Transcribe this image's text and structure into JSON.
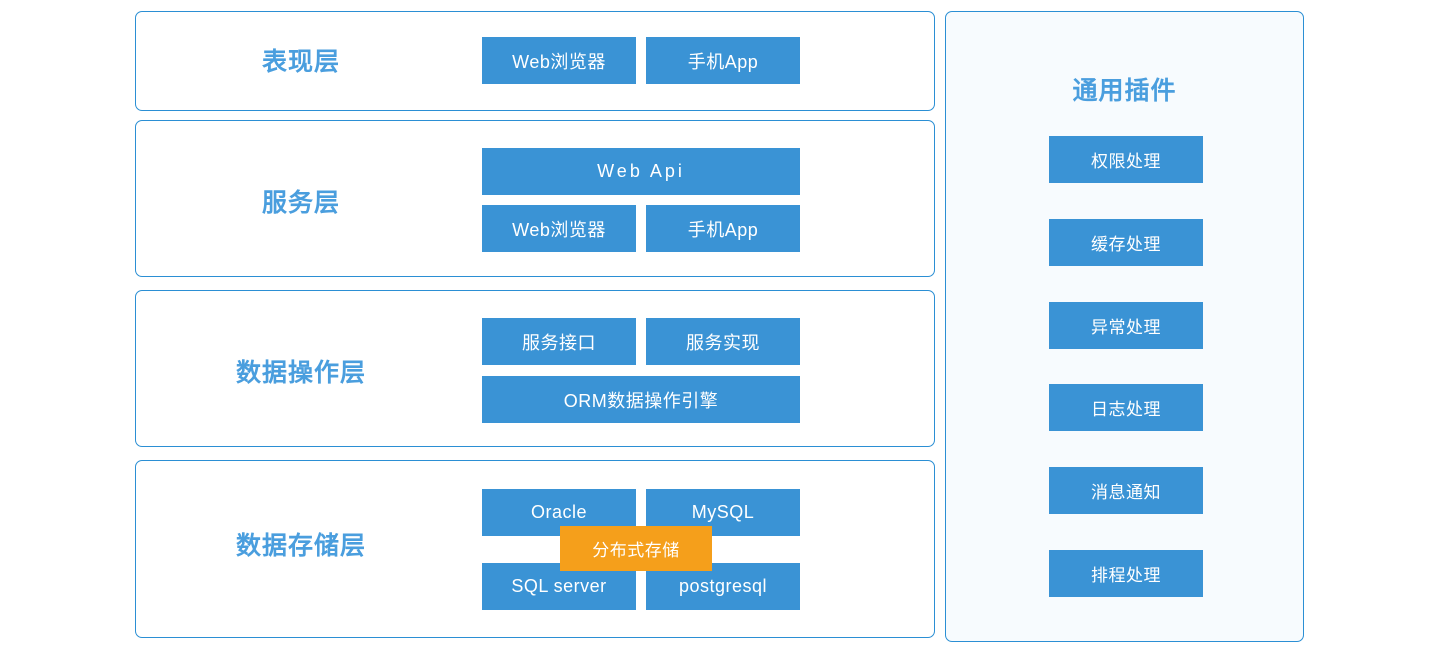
{
  "diagram": {
    "title_color": "#4a9ede",
    "node_color": "#3a93d5",
    "accent_color": "#f59f1b",
    "border_color": "#2b8fd4",
    "panel_bg": "#ffffff",
    "plugin_panel_bg": "#f7fbfe"
  },
  "layers": [
    {
      "id": "presentation",
      "title": "表现层",
      "nodes": [
        {
          "label": "Web浏览器"
        },
        {
          "label": "手机App"
        }
      ]
    },
    {
      "id": "service",
      "title": "服务层",
      "nodes": [
        {
          "label": "Web Api"
        },
        {
          "label": "Web浏览器"
        },
        {
          "label": "手机App"
        }
      ]
    },
    {
      "id": "data-operation",
      "title": "数据操作层",
      "nodes": [
        {
          "label": "服务接口"
        },
        {
          "label": "服务实现"
        },
        {
          "label": "ORM数据操作引擎"
        }
      ]
    },
    {
      "id": "data-storage",
      "title": "数据存储层",
      "nodes": [
        {
          "label": "Oracle"
        },
        {
          "label": "MySQL"
        },
        {
          "label": "SQL server"
        },
        {
          "label": "postgresql"
        },
        {
          "label": "分布式存储"
        }
      ]
    }
  ],
  "plugins": {
    "title": "通用插件",
    "items": [
      {
        "label": "权限处理"
      },
      {
        "label": "缓存处理"
      },
      {
        "label": "异常处理"
      },
      {
        "label": "日志处理"
      },
      {
        "label": "消息通知"
      },
      {
        "label": "排程处理"
      }
    ]
  }
}
